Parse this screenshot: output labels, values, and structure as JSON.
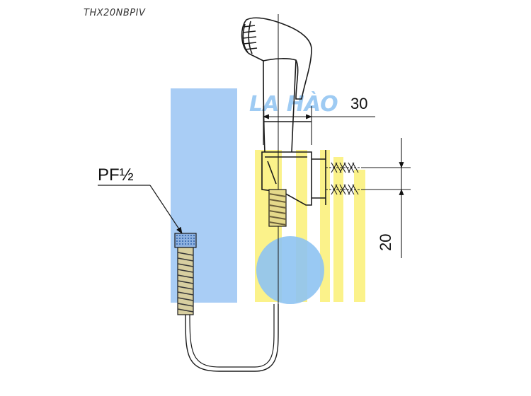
{
  "drawing": {
    "model_code": "THX20NBPIV",
    "thread_label": "PF½",
    "dim_width": "30",
    "dim_spacing": "20",
    "watermark_text": "LA HÀO"
  },
  "colors": {
    "line": "#1a1a1a",
    "watermark_blue": "#a9cdf5",
    "watermark_yellow": "#fbf28a",
    "thread_blue": "#2d5fa8"
  }
}
